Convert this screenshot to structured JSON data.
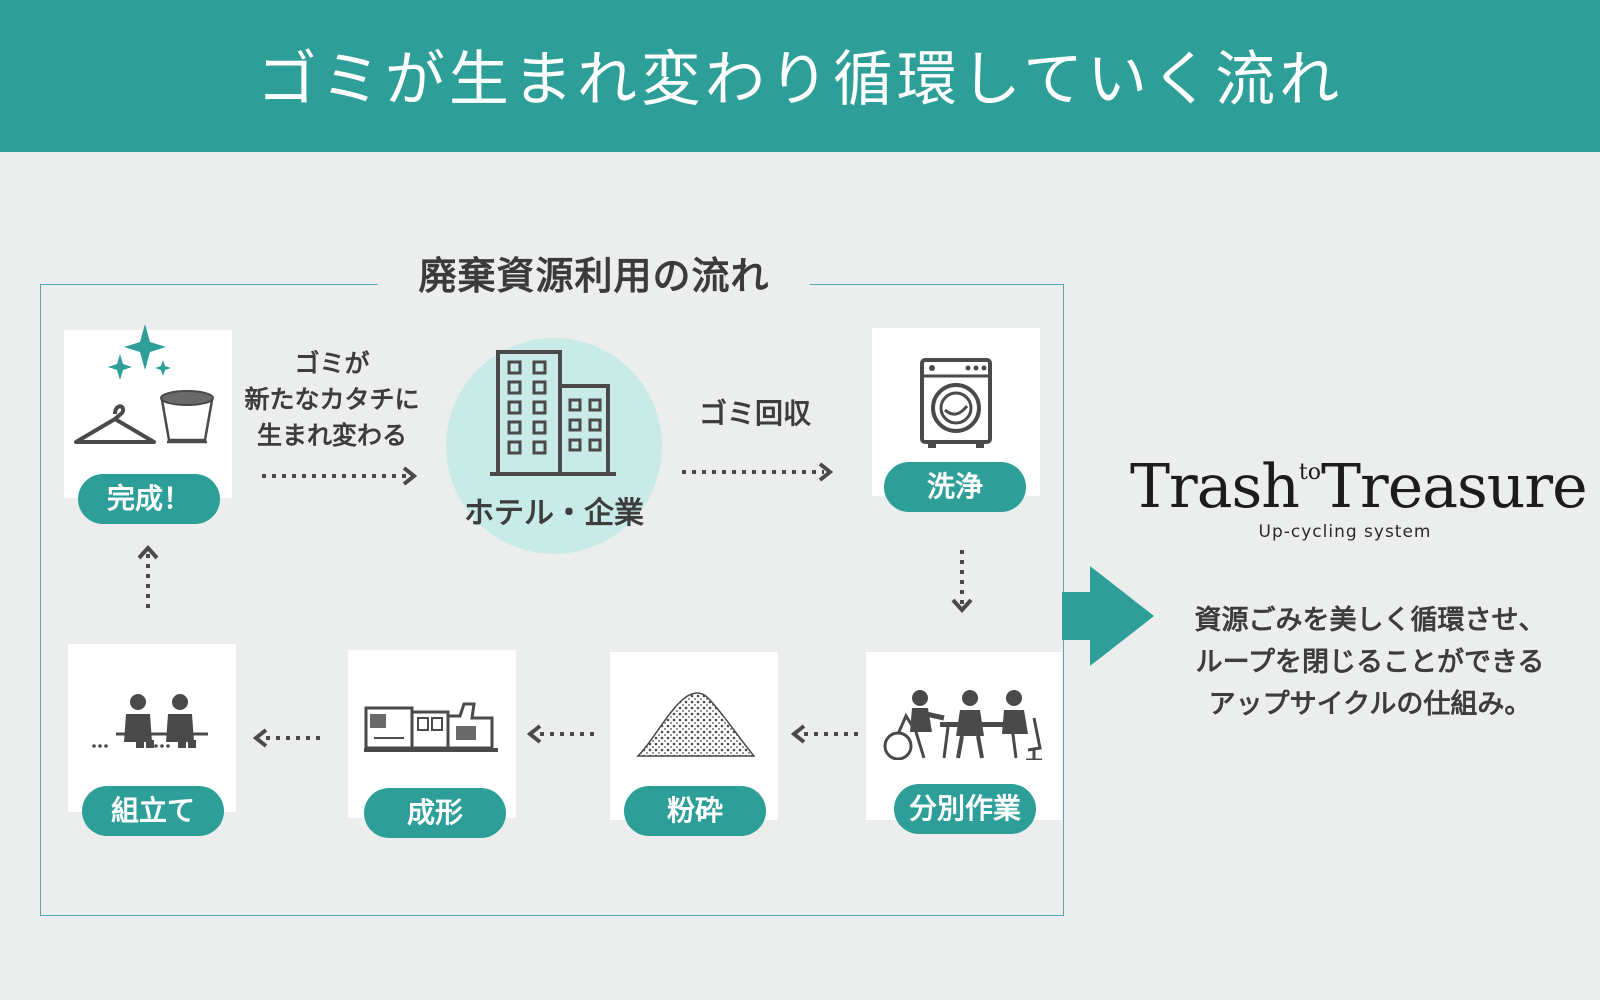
{
  "header": {
    "title": "ゴミが生まれ変わり循環していく流れ"
  },
  "flow": {
    "title": "廃棄資源利用の流れ",
    "note_lines": [
      "ゴミが",
      "新たなカタチに",
      "生まれ変わる"
    ],
    "collection_label": "ゴミ回収",
    "hotel_label": "ホテル・企業",
    "steps": {
      "complete": "完成！",
      "wash": "洗浄",
      "sort": "分別作業",
      "crush": "粉砕",
      "mold": "成形",
      "assemble": "組立て"
    }
  },
  "brand": {
    "name_left": "Trash",
    "name_sup": "to",
    "name_right": "Treasure",
    "subtitle": "Up-cycling system"
  },
  "description": {
    "lines": [
      "資源ごみを美しく循環させ、",
      "ループを閉じることができる",
      "アップサイクルの仕組み。"
    ]
  },
  "colors": {
    "accent": "#2d9f98",
    "background": "#ebeeec",
    "circle": "#c9ebe8",
    "icon": "#4a4a4a"
  }
}
